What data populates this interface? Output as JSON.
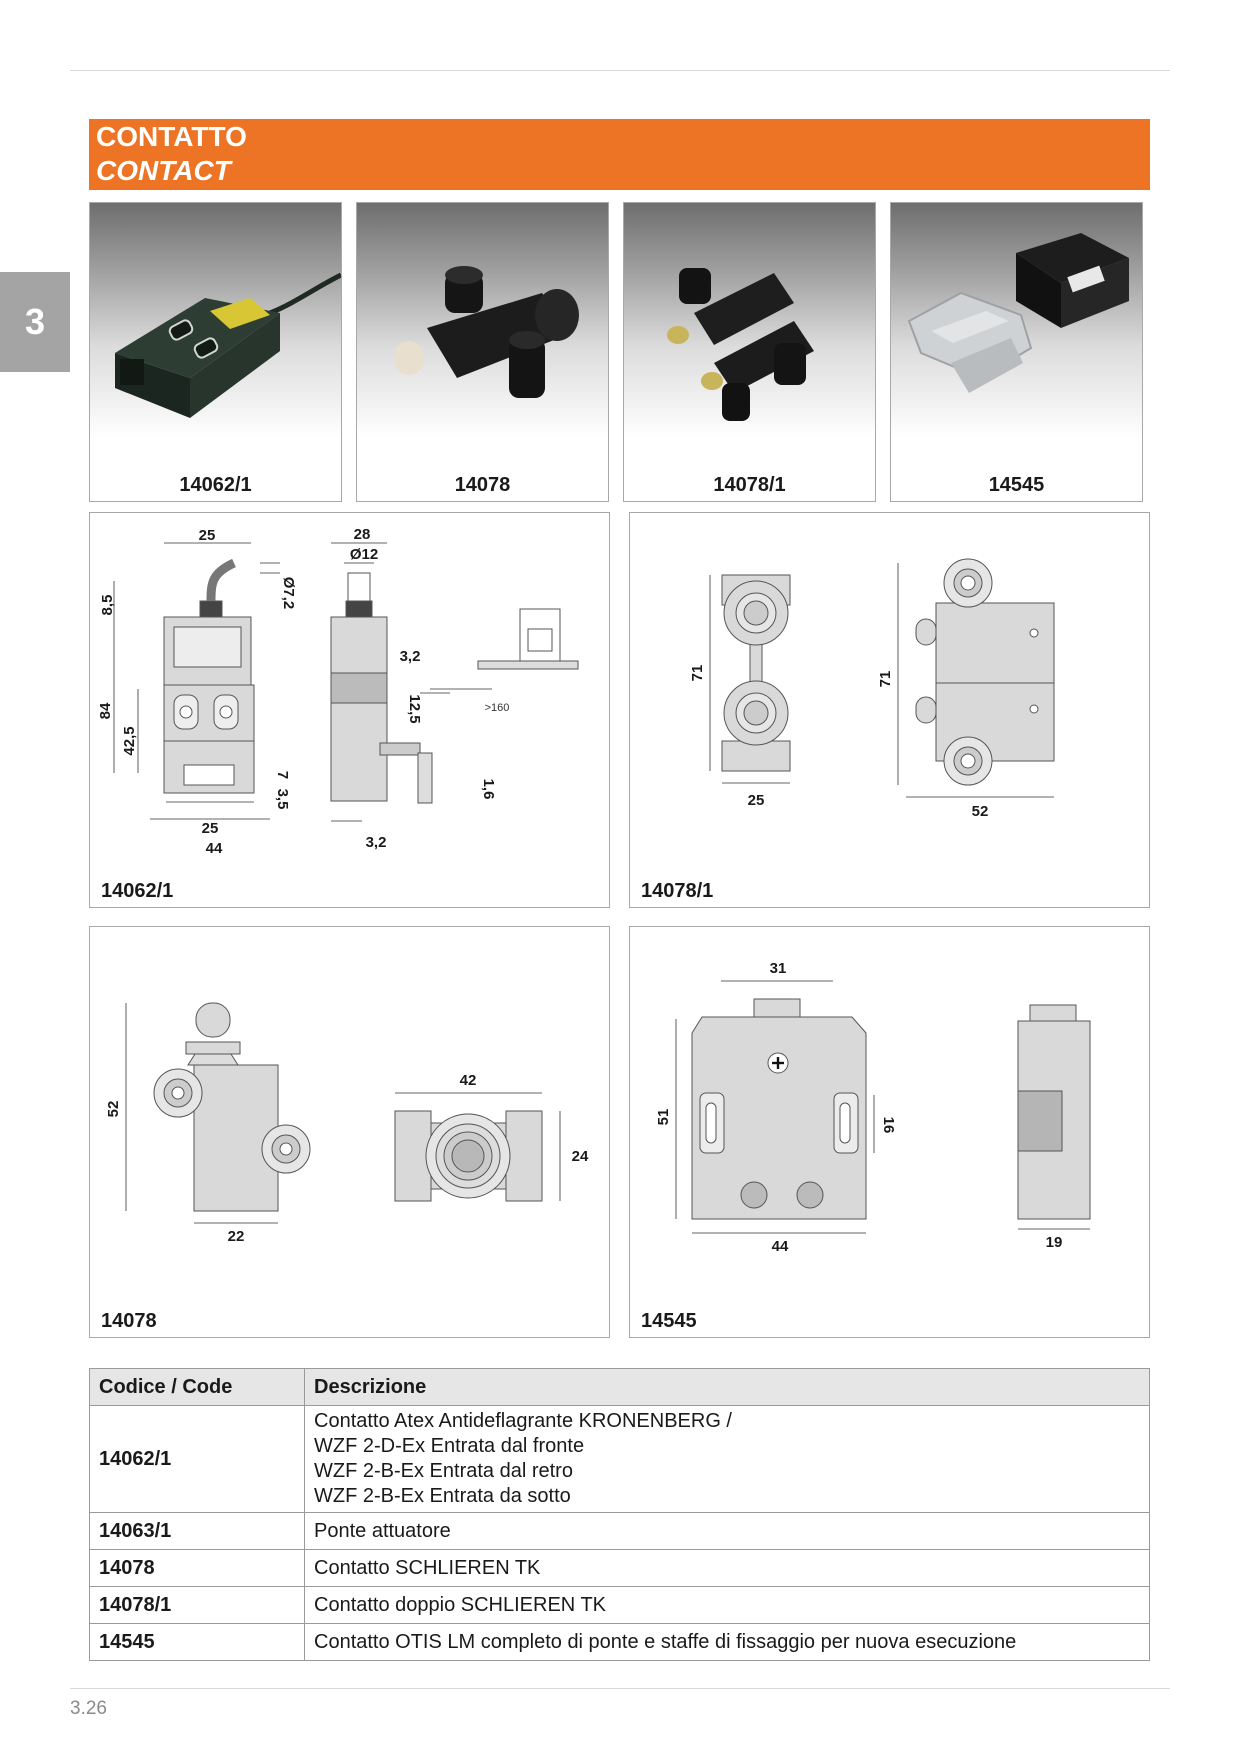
{
  "chapter": "3",
  "title": {
    "main": "CONTATTO",
    "sub": "CONTACT"
  },
  "photos": [
    {
      "code": "14062/1"
    },
    {
      "code": "14078"
    },
    {
      "code": "14078/1"
    },
    {
      "code": "14545"
    }
  ],
  "drawings": {
    "d14062": {
      "code": "14062/1",
      "dims": [
        "25",
        "8,5",
        "Ø7,2",
        "84",
        "42,5",
        "7",
        "3,5",
        "25",
        "44",
        "28",
        "Ø12",
        "3,2",
        "12,5",
        ">160",
        "1,6",
        "3,2"
      ]
    },
    "d14078_1": {
      "code": "14078/1",
      "dims": [
        "71",
        "25",
        "71",
        "52"
      ]
    },
    "d14078": {
      "code": "14078",
      "dims": [
        "52",
        "22",
        "42",
        "24"
      ]
    },
    "d14545": {
      "code": "14545",
      "dims": [
        "31",
        "51",
        "16",
        "44",
        "19"
      ]
    }
  },
  "table": {
    "headers": {
      "code": "Codice / Code",
      "desc": "Descrizione"
    },
    "rows": [
      {
        "code": "14062/1",
        "desc": [
          "Contatto Atex Antideflagrante KRONENBERG /",
          "WZF 2-D-Ex Entrata dal fronte",
          "WZF 2-B-Ex Entrata dal retro",
          "WZF 2-B-Ex Entrata da sotto"
        ]
      },
      {
        "code": "14063/1",
        "desc": [
          "Ponte attuatore"
        ]
      },
      {
        "code": "14078",
        "desc": [
          "Contatto SCHLIEREN TK"
        ]
      },
      {
        "code": "14078/1",
        "desc": [
          "Contatto doppio SCHLIEREN TK"
        ]
      },
      {
        "code": "14545",
        "desc": [
          "Contatto OTIS LM completo di ponte e staffe di fissaggio per nuova esecuzione"
        ]
      }
    ]
  },
  "page_number": "3.26",
  "colors": {
    "accent": "#ec7424",
    "tab": "#a4a4a4"
  }
}
